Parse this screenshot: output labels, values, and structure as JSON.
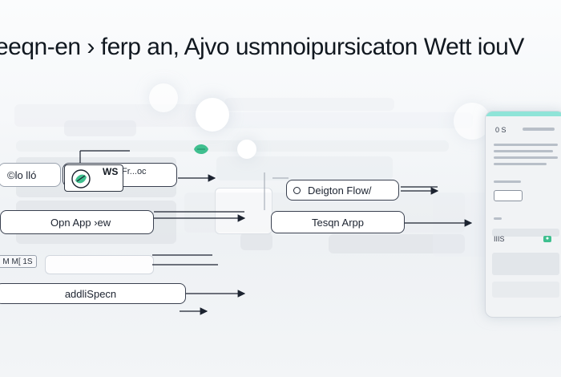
{
  "title": "eeqn-en › ferp an, Ajvo usmnoipursicaton  Wett iouV",
  "nodes": {
    "ws_flow": "WS Fr...oc",
    "ws_flow_badge": "WS",
    "ws_flow_sub": "Fr...oc",
    "small_box": "©lo lló",
    "open_app_flow": "Opn App ›ew",
    "mw_chip": "M M[ 1S",
    "add_spec": "addliSpecn",
    "design_flow": "Deigton Flow/",
    "test_app": "Tesqn Arpp"
  },
  "phone": {
    "header_badge": "0 S",
    "footer_left": "IIIS",
    "footer_right": "●"
  },
  "colors": {
    "accent": "#3fbf8f",
    "phone_top": "#8fe4d8",
    "stroke": "#2e3542",
    "background": "#f4f6f8"
  },
  "icons": {
    "ws_badge_icon": "leaf-logo-icon",
    "design_node_icon": "circle-icon",
    "floating_icon": "green-leaf-icon"
  }
}
